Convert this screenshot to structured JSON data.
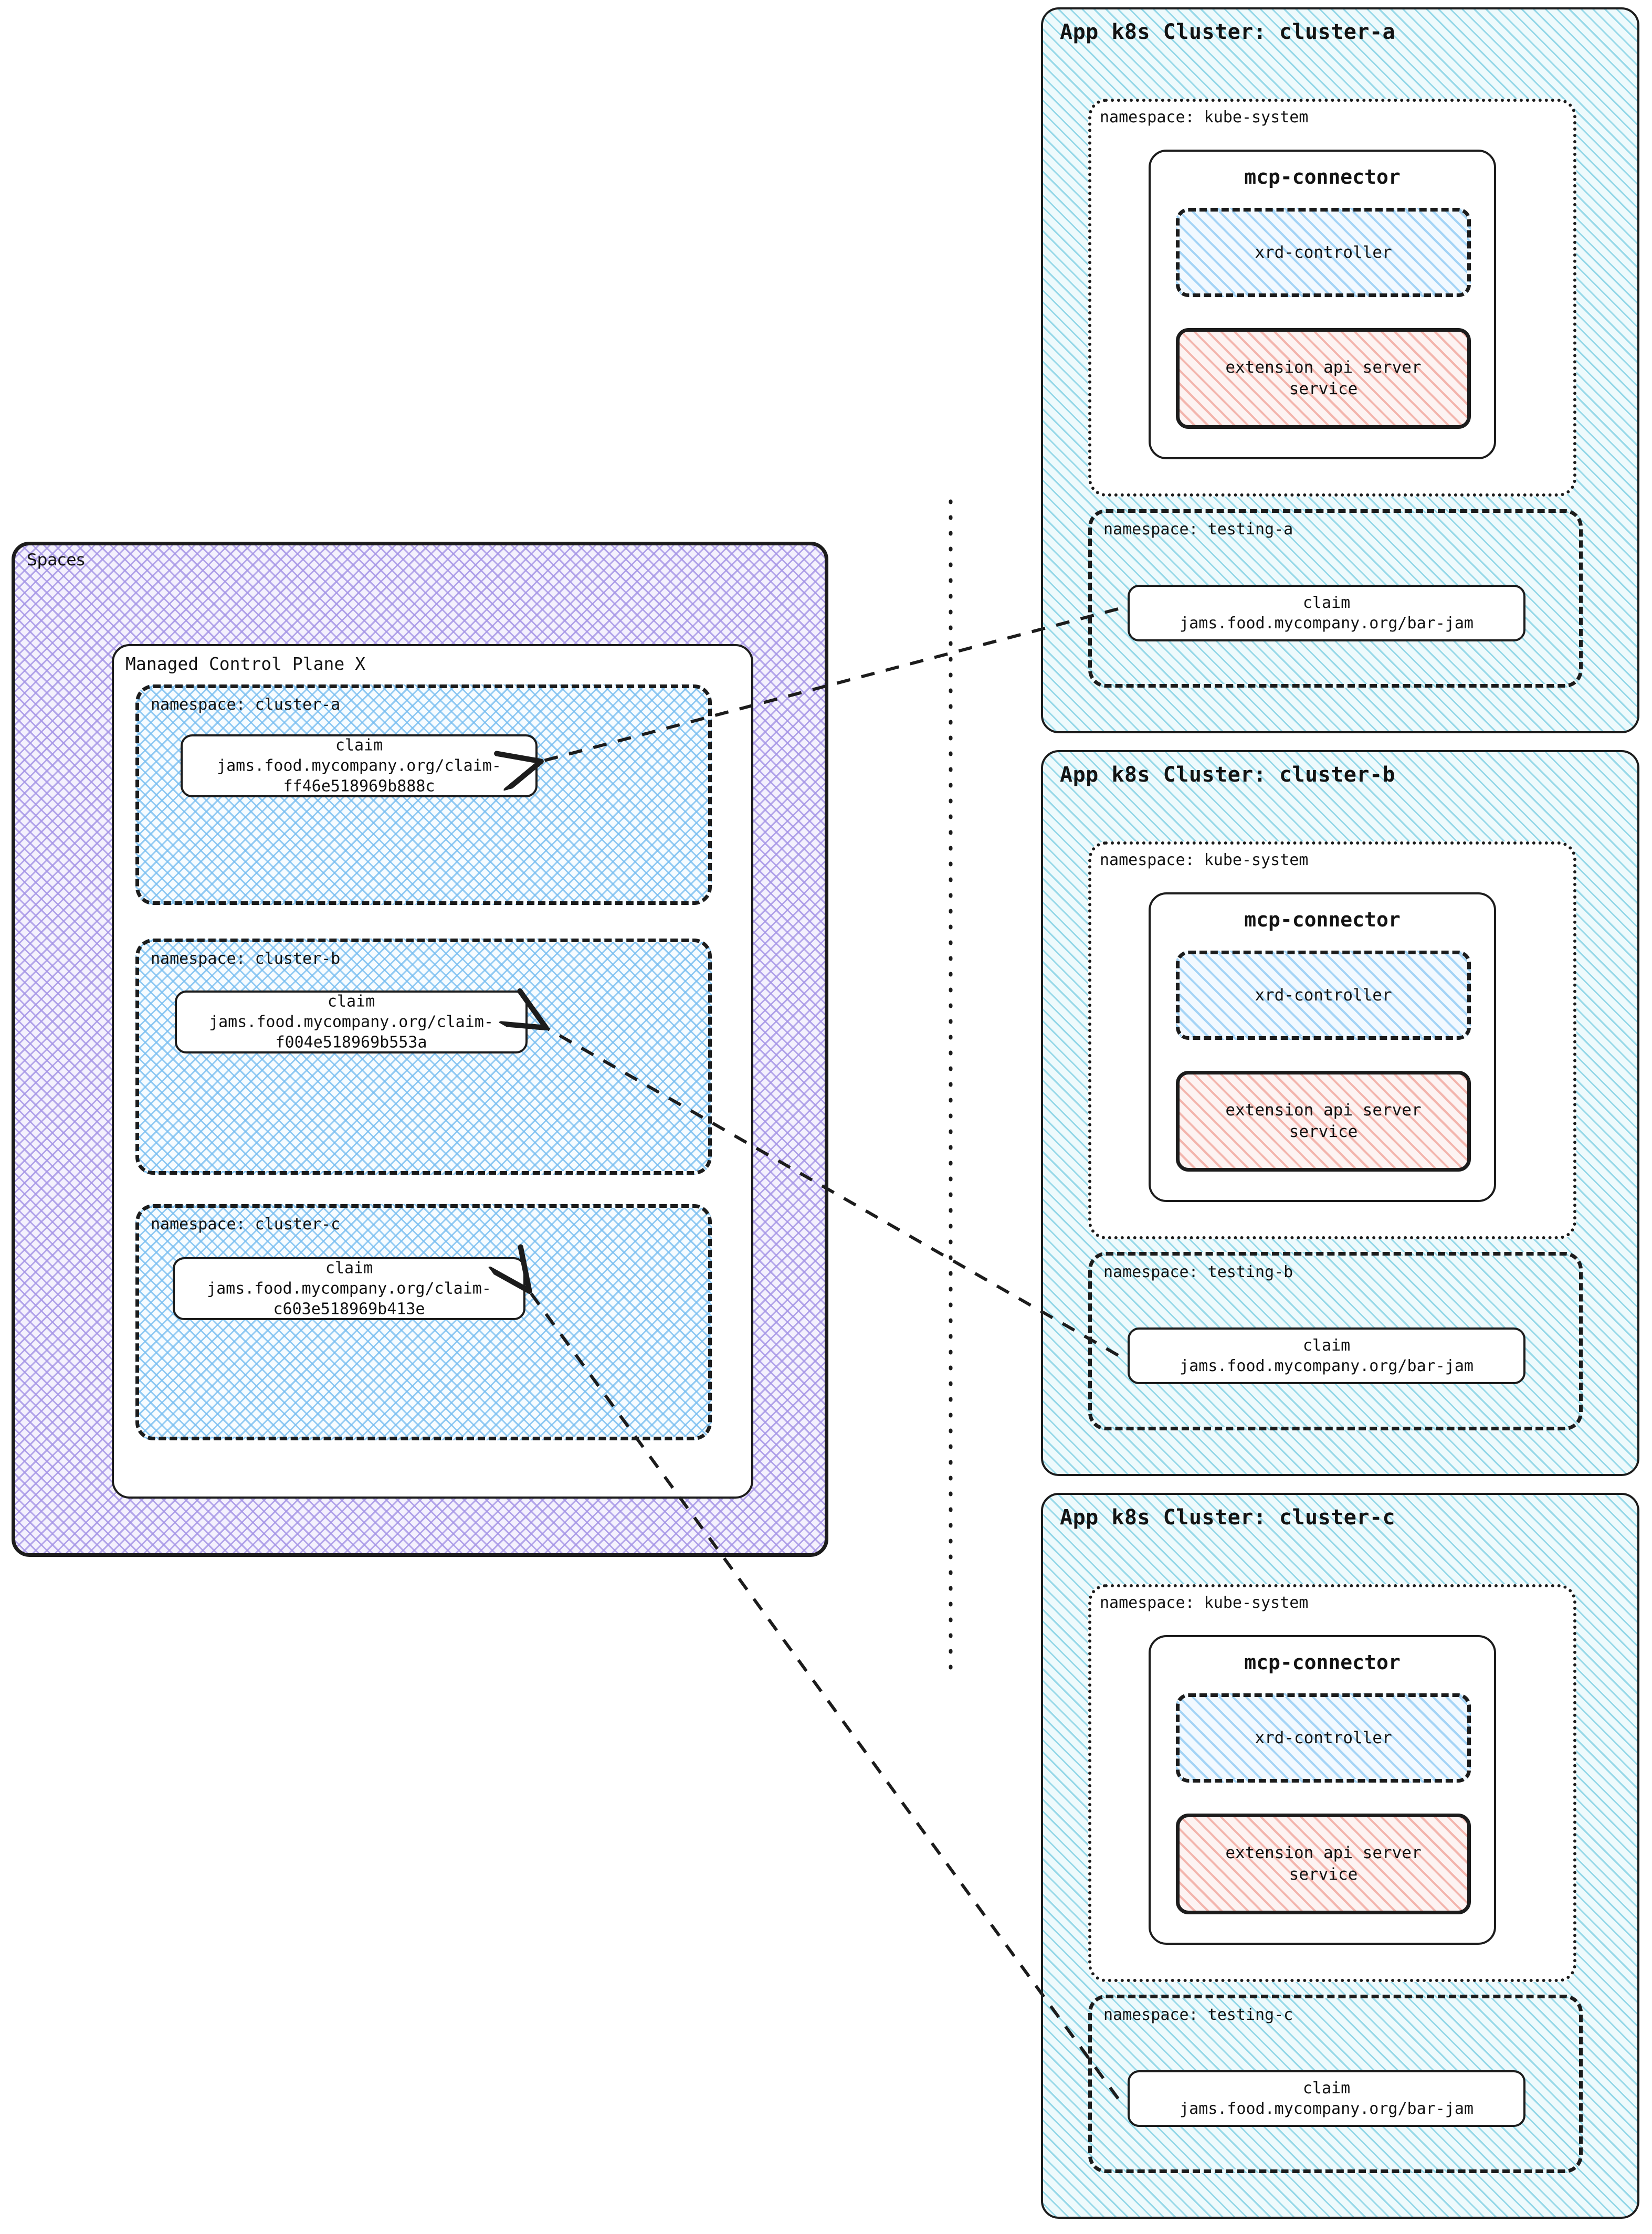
{
  "spaces": {
    "label": "Spaces",
    "control_plane": {
      "label": "Managed Control Plane X",
      "namespaces": [
        {
          "label": "namespace: cluster-a",
          "claim": {
            "kind": "claim",
            "ref": "jams.food.mycompany.org/claim-ff46e518969b888c"
          }
        },
        {
          "label": "namespace: cluster-b",
          "claim": {
            "kind": "claim",
            "ref": "jams.food.mycompany.org/claim-f004e518969b553a"
          }
        },
        {
          "label": "namespace: cluster-c",
          "claim": {
            "kind": "claim",
            "ref": "jams.food.mycompany.org/claim-c603e518969b413e"
          }
        }
      ]
    }
  },
  "clusters": [
    {
      "title": "App k8s Cluster: cluster-a",
      "kube_system": {
        "label": "namespace: kube-system",
        "connector": {
          "title": "mcp-connector",
          "controller": "xrd-controller",
          "ext_api": "extension api server\nservice"
        }
      },
      "testing": {
        "label": "namespace: testing-a",
        "claim": {
          "kind": "claim",
          "ref": "jams.food.mycompany.org/bar-jam"
        }
      }
    },
    {
      "title": "App k8s Cluster: cluster-b",
      "kube_system": {
        "label": "namespace: kube-system",
        "connector": {
          "title": "mcp-connector",
          "controller": "xrd-controller",
          "ext_api": "extension api server\nservice"
        }
      },
      "testing": {
        "label": "namespace: testing-b",
        "claim": {
          "kind": "claim",
          "ref": "jams.food.mycompany.org/bar-jam"
        }
      }
    },
    {
      "title": "App k8s Cluster: cluster-c",
      "kube_system": {
        "label": "namespace: kube-system",
        "connector": {
          "title": "mcp-connector",
          "controller": "xrd-controller",
          "ext_api": "extension api server\nservice"
        }
      },
      "testing": {
        "label": "namespace: testing-c",
        "claim": {
          "kind": "claim",
          "ref": "jams.food.mycompany.org/bar-jam"
        }
      }
    }
  ],
  "colors": {
    "stroke": "#1c1c1c",
    "spaces_hatch": "#a696e6",
    "namespace_hatch": "#78bef0",
    "cluster_hatch": "#78cde1",
    "ext_api_hatch": "#f0a096",
    "background": "#ffffff"
  }
}
